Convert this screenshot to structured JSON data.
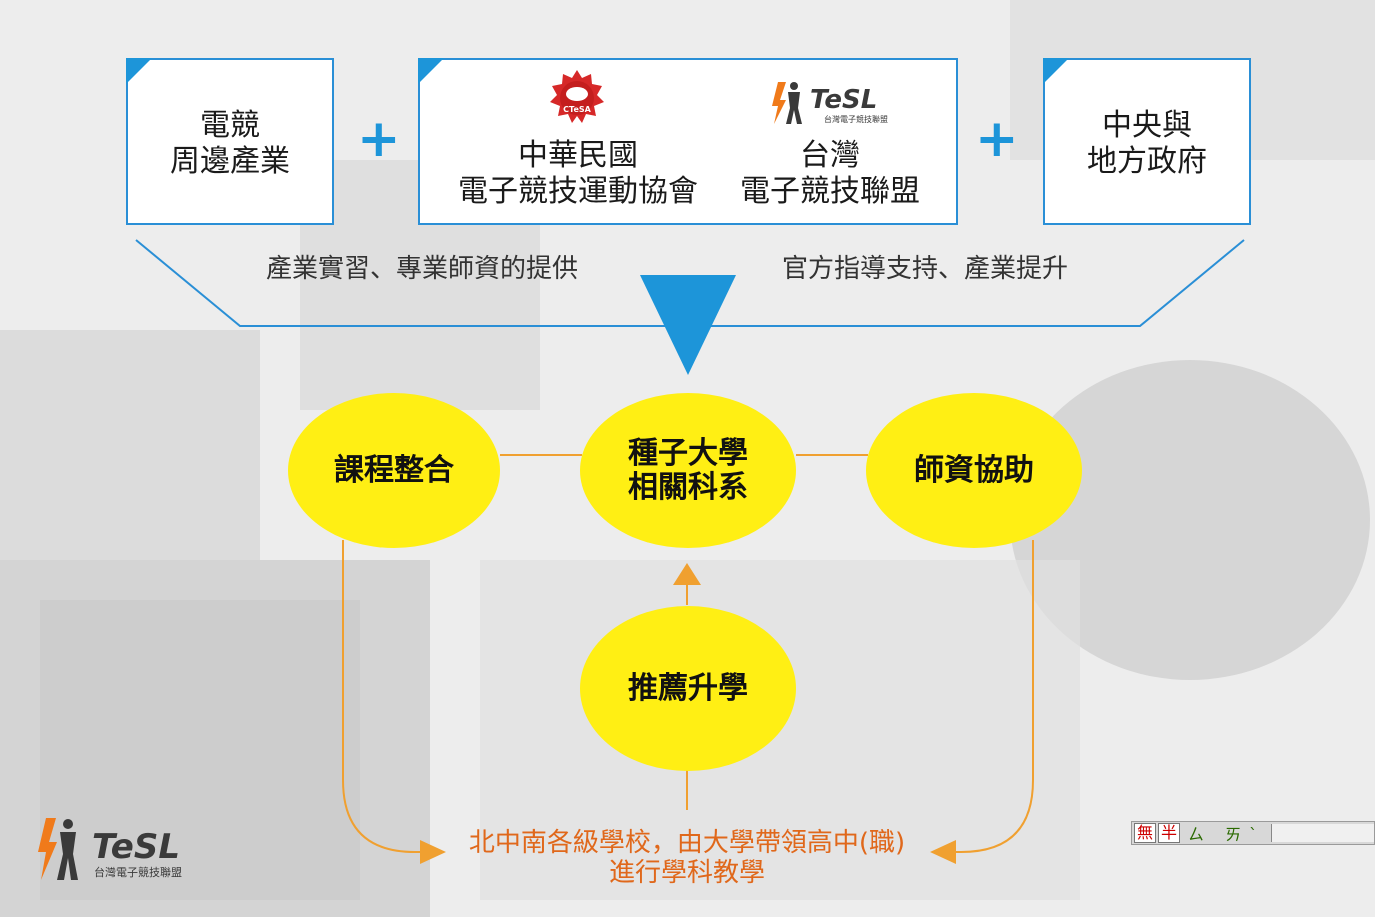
{
  "top_boxes": {
    "industry_lines": [
      "電競",
      "周邊產業"
    ],
    "cesa_name_lines": [
      "中華民國",
      "電子競技運動協會"
    ],
    "cesa_logo_text": "CTeSA",
    "tesl_name_lines": [
      "台灣",
      "電子競技聯盟"
    ],
    "tesl_logo_text": "TeSL",
    "tesl_logo_sub": "台灣電子競技聯盟",
    "government_lines": [
      "中央與",
      "地方政府"
    ],
    "plus_symbol": "+"
  },
  "captions": {
    "left": "產業實習、專業師資的提供",
    "right": "官方指導支持、產業提升"
  },
  "circles": {
    "curriculum": "課程整合",
    "seed_lines": [
      "種子大學",
      "相關科系"
    ],
    "teacher": "師資協助",
    "promotion": "推薦升學"
  },
  "bottom_lines": [
    "北中南各級學校，由大學帶領高中(職)",
    "進行學科教學"
  ],
  "footer_logo": {
    "text": "TeSL",
    "sub": "台灣電子競技聯盟"
  },
  "ime_bar": {
    "mode1": "無",
    "mode2": "半",
    "phonetic": "ㄙ ㄞˋ"
  },
  "colors": {
    "blue_accent": "#1d95d9",
    "circle_yellow": "#ffef14",
    "orange_line": "#f0a030",
    "orange_text": "#e0681b"
  }
}
